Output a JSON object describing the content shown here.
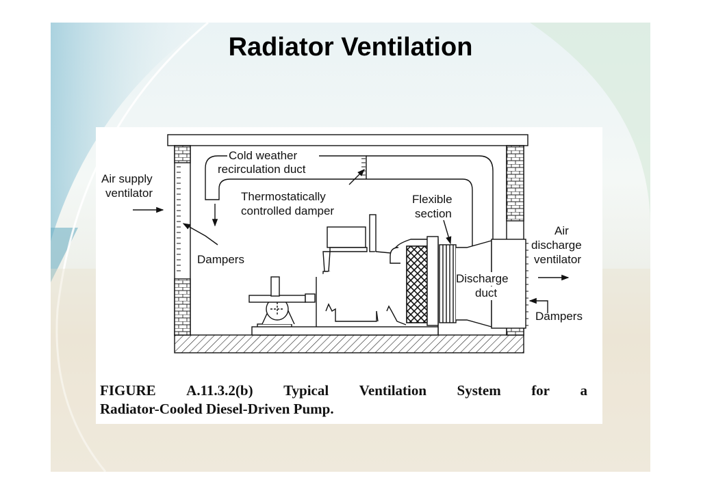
{
  "slide": {
    "title": "Radiator Ventilation"
  },
  "figure": {
    "labels": {
      "cold_weather": "Cold weather",
      "recirculation_duct": "recirculation duct",
      "air_supply": "Air supply",
      "ventilator": "ventilator",
      "thermostatically": "Thermostatically",
      "controlled_damper": "controlled damper",
      "flexible": "Flexible",
      "section": "section",
      "air": "Air",
      "discharge": "discharge",
      "discharge_ventilator": "ventilator",
      "dampers_left": "Dampers",
      "discharge_duct_1": "Discharge",
      "discharge_duct_2": "duct",
      "dampers_right": "Dampers"
    },
    "caption": {
      "words": [
        "FIGURE",
        "A.11.3.2(b)",
        "Typical",
        "Ventilation",
        "System",
        "for",
        "a"
      ],
      "line2": "Radiator-Cooled Diesel-Driven Pump."
    }
  }
}
